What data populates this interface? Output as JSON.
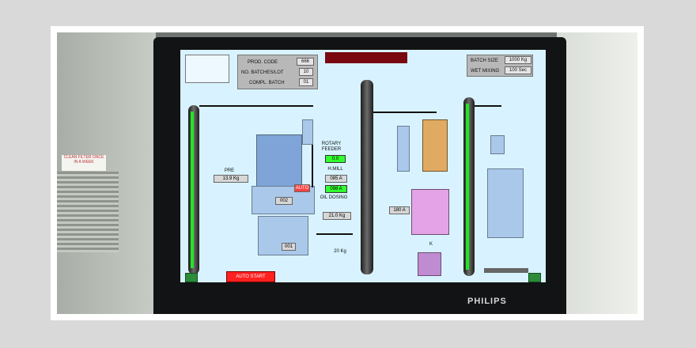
{
  "monitor": {
    "brand": "PHILIPS"
  },
  "sticker": {
    "text": "CLEAN FILTER ONCE IN A WEEK"
  },
  "hmi": {
    "title": "",
    "production": {
      "prod_code_label": "PROD. CODE",
      "prod_code_value": "666",
      "batches_lot_label": "NO. BATCHES/LOT",
      "batches_lot_value": "10",
      "compl_batch_label": "COMPL. BATCH",
      "compl_batch_value": "01"
    },
    "batch_settings": {
      "batch_size_label": "BATCH SIZE",
      "batch_size_value": "1000 Kg",
      "wet_mixing_label": "WET MIXING",
      "wet_mixing_value": "100 Sec"
    },
    "left_section": {
      "pre_label": "PRE",
      "pre_value": "13.9 Kg",
      "mixer_id": "002",
      "auto_label": "AUTO",
      "mixer_lower_id": "001",
      "weight_20": "20 Kg"
    },
    "rotary_feeder": {
      "label_1": "ROTARY",
      "label_2": "FEEDER",
      "value": "0.0"
    },
    "h_mill": {
      "label": "H.MILL",
      "current": "085 A",
      "speed": "098 A"
    },
    "oil_dosing": {
      "label": "OIL DOSING",
      "value": "21.0 Kg"
    },
    "middle_section": {
      "motor_current": "180 A",
      "pellet_label": "K"
    },
    "buttons": {
      "auto_start": "AUTO START"
    },
    "colors": {
      "screen_bg": "#d8f3ff",
      "green_bar": "#21e624",
      "alarm_red": "#ff2020"
    }
  }
}
